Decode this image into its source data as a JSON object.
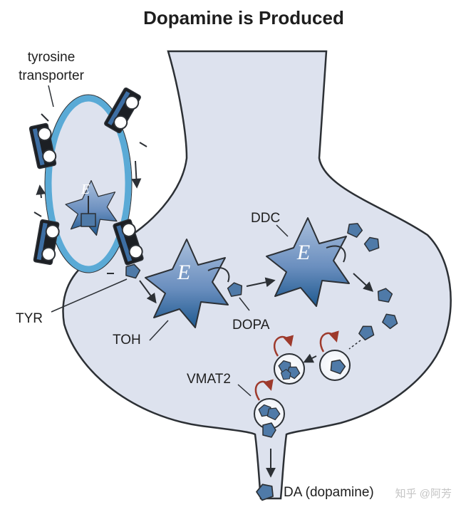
{
  "title": "Dopamine is Produced",
  "labels": {
    "tyrosine_transporter": [
      "tyrosine",
      "transporter"
    ],
    "tyr": "TYR",
    "toh": "TOH",
    "dopa": "DOPA",
    "ddc": "DDC",
    "vmat2": "VMAT2",
    "da": "DA (dopamine)"
  },
  "enzyme_letter": "E",
  "watermark": "知乎 @阿芳",
  "colors": {
    "neuron_fill": "#dde2ee",
    "membrane_blue": "#5aaad6",
    "enzyme_dark": "#1f5a90",
    "enzyme_light": "#a9bfdc",
    "molecule": "#4f7aa8",
    "vmat_red": "#9e3a2c",
    "outline": "#2c3035"
  }
}
